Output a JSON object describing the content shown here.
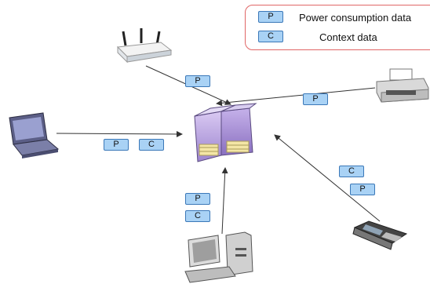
{
  "legend": {
    "power_key": "P",
    "power_label": "Power consumption data",
    "context_key": "C",
    "context_label": "Context data"
  },
  "tags": {
    "router_p": "P",
    "printer_p": "P",
    "laptop_p": "P",
    "laptop_c": "C",
    "phone_c": "C",
    "phone_p": "P",
    "desktop_p": "P",
    "desktop_c": "C"
  },
  "colors": {
    "tag_fill": "#a9d2f5",
    "tag_border": "#3b78b8",
    "legend_border": "#e06666",
    "server_purple": "#b39ddb",
    "arrow": "#333333"
  },
  "icons": [
    "router-icon",
    "printer-icon",
    "laptop-icon",
    "server-icon",
    "desktop-computer-icon",
    "mobile-phone-icon"
  ]
}
